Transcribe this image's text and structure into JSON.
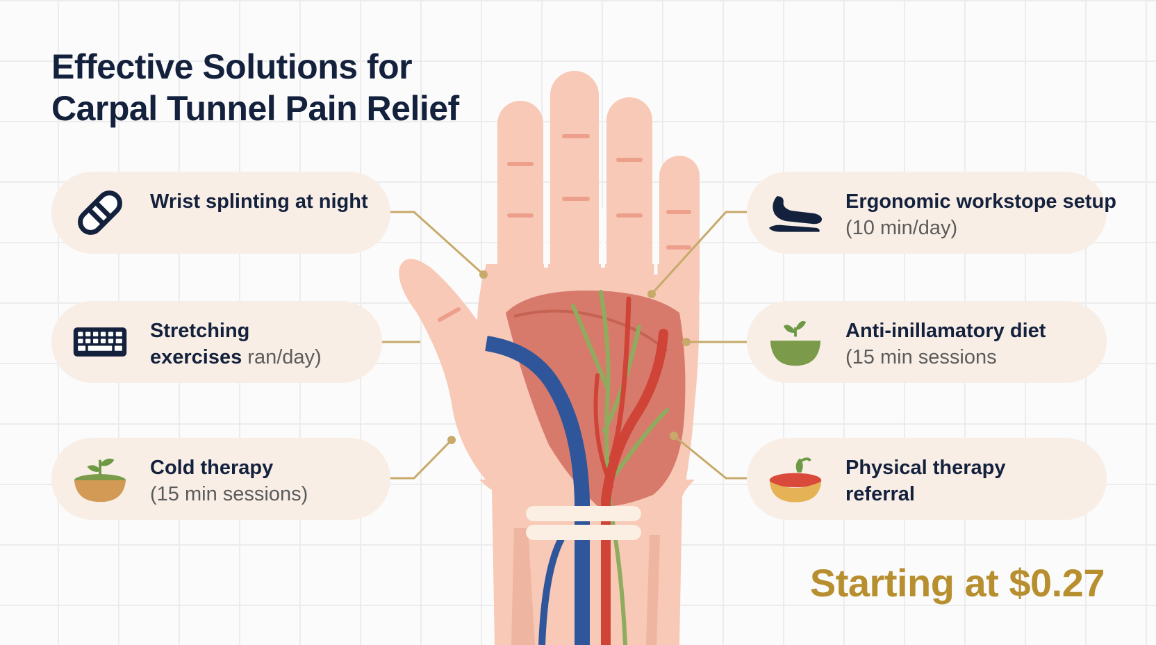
{
  "title": {
    "line1": "Effective Solutions for",
    "line2": "Carpal Tunnel Pain Relief"
  },
  "solutions": [
    {
      "icon": "wrist-splint-icon",
      "line1": "Wrist splinting at night",
      "line2": ""
    },
    {
      "icon": "keyboard-icon",
      "line1": "Stretching",
      "line2a": "exercises",
      "line2b": " ran/day)"
    },
    {
      "icon": "sprout-bowl-icon",
      "line1": "Cold therapy",
      "line2": "(15 min sessions)"
    },
    {
      "icon": "ergonomic-wrist-rest-icon",
      "line1": "Ergonomic workstope setup",
      "line2": "(10 min/day)"
    },
    {
      "icon": "salad-bowl-icon",
      "line1": "Anti-inillamatory diet",
      "line2": "(15 min sessions"
    },
    {
      "icon": "food-bowl-icon",
      "line1": "Physical therapy",
      "line2": "referral"
    }
  ],
  "price": "Starting at $0.27",
  "colors": {
    "title": "#14213d",
    "accent_gold": "#b78f2f",
    "pill_bg": "#f8eee6",
    "skin": "#f7c9b6",
    "palm_tissue": "#d77a6c",
    "vein_blue": "#2f559a",
    "artery_red": "#cf4436",
    "nerve_green": "#8fac5e"
  }
}
